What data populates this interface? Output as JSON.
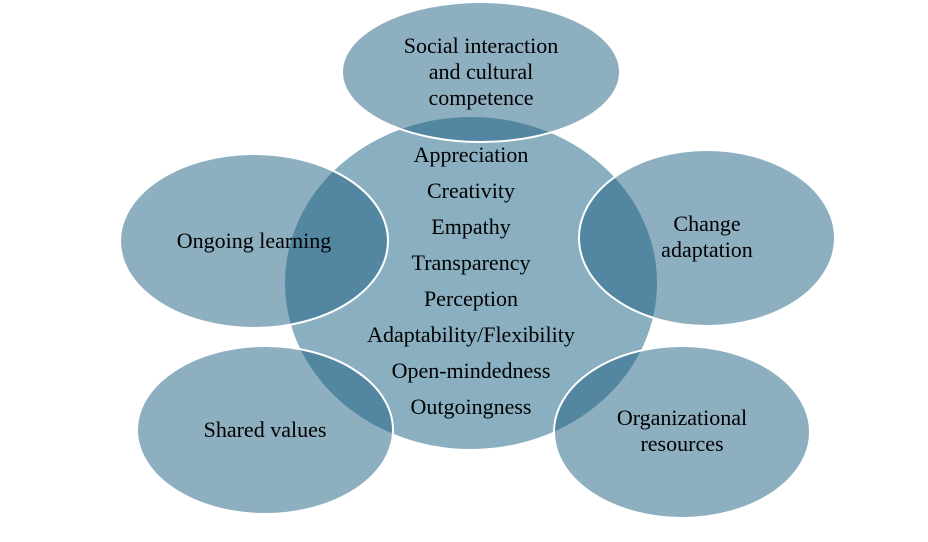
{
  "colors": {
    "light": "#8AAFC0",
    "overlap": "#54879F",
    "stroke": "#FFFFFF"
  },
  "center": {
    "items": [
      "Appreciation",
      "Creativity",
      "Empathy",
      "Transparency",
      "Perception",
      "Adaptability/Flexibility",
      "Open-mindedness",
      "Outgoingness"
    ]
  },
  "nodes": {
    "top": [
      "Social interaction",
      "and cultural",
      "competence"
    ],
    "left": [
      "Ongoing learning"
    ],
    "right": [
      "Change",
      "adaptation"
    ],
    "bottom_left": [
      "Shared values"
    ],
    "bottom_right": [
      "Organizational",
      "resources"
    ]
  }
}
